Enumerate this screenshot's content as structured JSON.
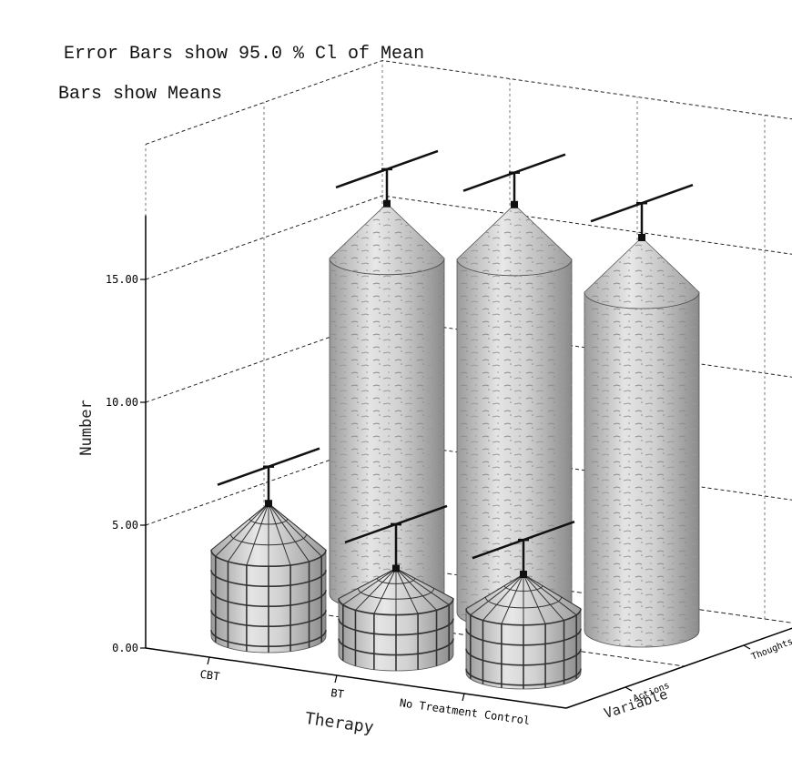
{
  "notes": {
    "error_bars": "Error Bars show 95.0 % Cl of Mean",
    "bars": "Bars show Means"
  },
  "chart_data": {
    "type": "bar",
    "style": "3d-silo",
    "ylabel": "Number",
    "xlabel": "Therapy",
    "zlabel": "Variable",
    "ylim": [
      0,
      17
    ],
    "yticks": [
      "0.00",
      "5.00",
      "10.00",
      "15.00"
    ],
    "ytick_values": [
      0,
      5,
      10,
      15
    ],
    "categories": [
      "CBT",
      "BT",
      "No Treatment Control"
    ],
    "series": [
      {
        "name": "Actions",
        "pattern": "grid",
        "values": [
          5.4,
          3.5,
          4.0
        ],
        "ci_high": [
          6.9,
          5.3,
          5.4
        ]
      },
      {
        "name": "Thoughts",
        "pattern": "speckle",
        "values": [
          15.9,
          16.6,
          16.0
        ],
        "ci_high": [
          17.3,
          17.9,
          17.4
        ]
      }
    ],
    "grid": true,
    "colors": {
      "bar_fill": "#c8c8c8",
      "grid_line": "#222222",
      "axis": "#000000",
      "guide": "#7a7a7a"
    }
  }
}
